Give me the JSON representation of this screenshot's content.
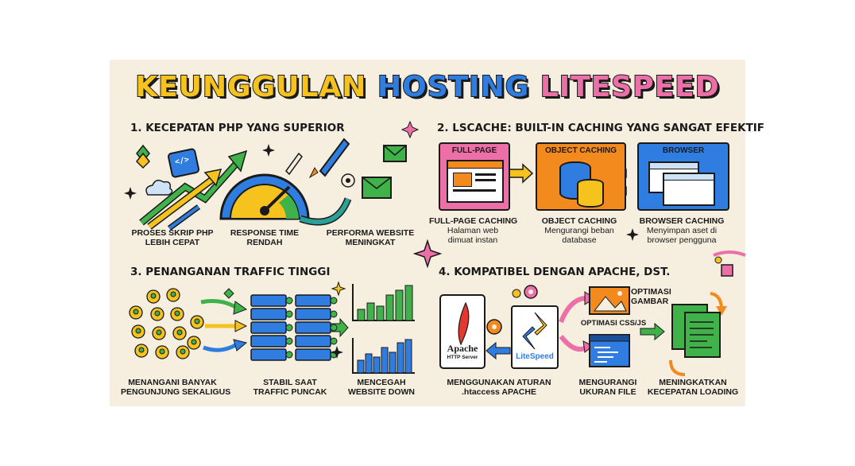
{
  "title": {
    "part1": "KEUNGGULAN",
    "part2": "HOSTING",
    "part3": "LITESPEED"
  },
  "sections": [
    {
      "heading": "1. KECEPATAN PHP YANG SUPERIOR",
      "labels": [
        {
          "line1": "PROSES SKRIP PHP",
          "line2": "LEBIH CEPAT"
        },
        {
          "line1": "RESPONSE TIME",
          "line2": "RENDAH"
        },
        {
          "line1": "PERFORMA WEBSITE",
          "line2": "MENINGKAT"
        }
      ],
      "icon_text": "</>"
    },
    {
      "heading": "2. LSCACHE: BUILT-IN CACHING YANG SANGAT EFEKTIF",
      "boxes": [
        "FULL-PAGE",
        "OBJECT CACHING",
        "BROWSER"
      ],
      "labels": [
        {
          "title": "FULL-PAGE CACHING",
          "line1": "Halaman web",
          "line2": "dimuat instan"
        },
        {
          "title": "OBJECT CACHING",
          "line1": "Mengurangi beban",
          "line2": "database"
        },
        {
          "title": "BROWSER CACHING",
          "line1": "Menyimpan aset di",
          "line2": "browser pengguna"
        }
      ]
    },
    {
      "heading": "3. PENANGANAN TRAFFIC TINGGI",
      "labels": [
        {
          "line1": "MENANGANI BANYAK",
          "line2": "PENGUNJUNG SEKALIGUS"
        },
        {
          "line1": "STABIL SAAT",
          "line2": "TRAFFIC PUNCAK"
        },
        {
          "line1": "MENCEGAH",
          "line2": "WEBSITE DOWN"
        }
      ]
    },
    {
      "heading": "4. KOMPATIBEL DENGAN APACHE, DST.",
      "apache": {
        "name": "Apache",
        "caption": "HTTP Server"
      },
      "litespeed": {
        "name": "LiteSpeed"
      },
      "optimasi_gambar": {
        "line1": "OPTIMASI",
        "line2": "GAMBAR"
      },
      "optimasi_css": "OPTIMASI CSS/JS",
      "labels": [
        {
          "line1": "MENGGUNAKAN ATURAN",
          "line2": ".htaccess APACHE"
        },
        {
          "line1": "MENGURANGI",
          "line2": "UKURAN FILE"
        },
        {
          "line1": "MENINGKATKAN",
          "line2": "KECEPATAN LOADING"
        }
      ]
    }
  ],
  "colors": {
    "background": "#f6efe0",
    "yellow": "#f6c21d",
    "blue": "#2f7de1",
    "pink": "#ec6fa8",
    "green": "#3fb24a",
    "orange": "#f28a1e",
    "teal": "#2aa198"
  }
}
